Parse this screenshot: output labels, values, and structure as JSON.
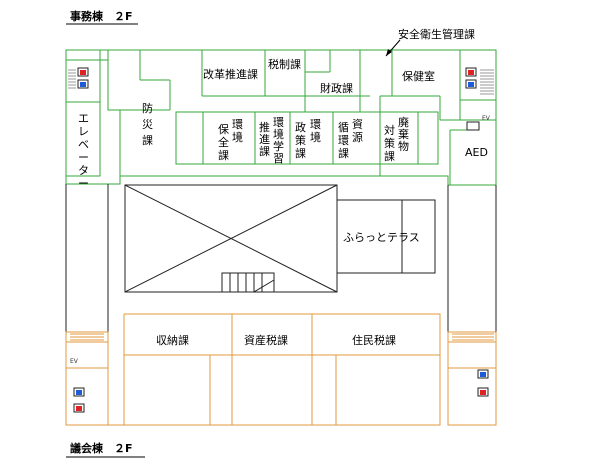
{
  "headers": {
    "top": "事務棟　２F",
    "bottom": "議会棟　２F"
  },
  "rooms": {
    "anzen": "安全衛生管理課",
    "kaikaku": "改革推進課",
    "zeisei": "税制課",
    "zaisei": "財政課",
    "hoken": "保健室",
    "bousai_1": "防",
    "bousai_2": "災",
    "bousai_3": "課",
    "elevator_v": [
      "エ",
      "レ",
      "ベ",
      "ー",
      "タ",
      "ー"
    ],
    "kankyo_hozen_a": [
      "環",
      "境"
    ],
    "kankyo_hozen_b": [
      "保",
      "全",
      "課"
    ],
    "kankyo_gakushu_a": [
      "環",
      "境",
      "学",
      "習"
    ],
    "kankyo_gakushu_b": [
      "推",
      "進",
      "課"
    ],
    "kankyo_seisaku_a": [
      "環",
      "境"
    ],
    "kankyo_seisaku_b": [
      "政",
      "策",
      "課"
    ],
    "shigen_a": [
      "資",
      "源"
    ],
    "shigen_b": [
      "循",
      "環",
      "課"
    ],
    "haiki_a": [
      "廃",
      "棄",
      "物"
    ],
    "haiki_b": [
      "対",
      "策",
      "課"
    ],
    "aed": "AED",
    "ev": "EV",
    "terrace": "ふらっとテラス",
    "shuno": "収納課",
    "shisan": "資産税課",
    "jumin": "住民税課"
  },
  "colors": {
    "office_wing": "#36a83a",
    "council_wing": "#e09a3e",
    "restroom_male": "#1e5bd8",
    "restroom_female": "#e02222"
  }
}
